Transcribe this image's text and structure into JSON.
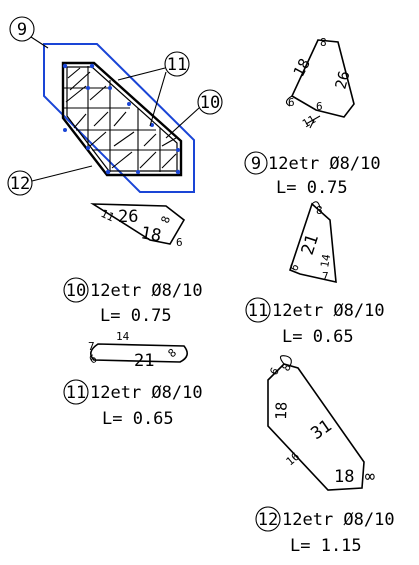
{
  "colors": {
    "outline": "#1a45d6",
    "ink": "#000000",
    "dot": "#1a45d6"
  },
  "section": {
    "markers": [
      {
        "num": "9"
      },
      {
        "num": "11"
      },
      {
        "num": "10"
      },
      {
        "num": "12"
      }
    ]
  },
  "bars": {
    "b9": {
      "marker": "9",
      "spec": "12etr Ø8/10",
      "length": "L= 0.75",
      "dims": [
        "8",
        "18",
        "26",
        "6",
        "6",
        "11"
      ]
    },
    "b10": {
      "marker": "10",
      "spec": "12etr Ø8/10",
      "length": "L= 0.75",
      "dims": [
        "11",
        "26",
        "18",
        "8",
        "6"
      ]
    },
    "b11a": {
      "marker": "11",
      "spec": "12etr Ø8/10",
      "length": "L= 0.65",
      "dims": [
        "8",
        "21",
        "6",
        "14",
        "7"
      ]
    },
    "b11b": {
      "marker": "11",
      "spec": "12etr Ø8/10",
      "length": "L= 0.65",
      "dims": [
        "14",
        "7",
        "6",
        "21",
        "8"
      ]
    },
    "b12": {
      "marker": "12",
      "spec": "12etr Ø8/10",
      "length": "L= 1.15",
      "dims": [
        "6",
        "8",
        "18",
        "31",
        "16",
        "18 ∞"
      ]
    }
  }
}
